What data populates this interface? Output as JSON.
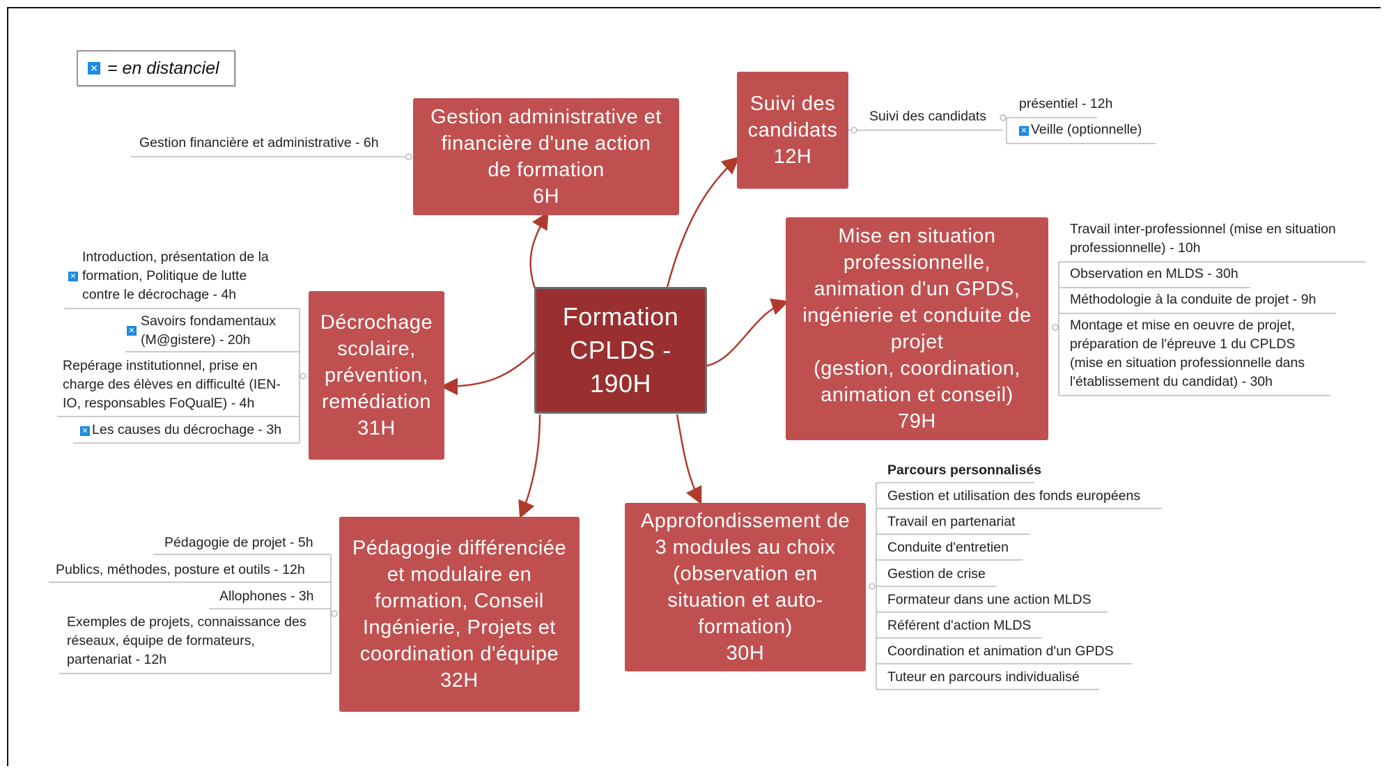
{
  "legend": {
    "icon": "distance-learning-icon",
    "text": "= en distanciel"
  },
  "central": {
    "label": "Formation\nCPLDS -\n190H"
  },
  "branches": {
    "gestion": {
      "label": "Gestion administrative et\nfinancière d'une action\nde formation\n6H",
      "items": [
        "Gestion financière et administrative - 6h"
      ]
    },
    "suivi": {
      "label": "Suivi des\ncandidats\n12H",
      "sub": "Suivi des candidats",
      "items": [
        "présentiel - 12h",
        "Veille (optionnelle)"
      ]
    },
    "mise": {
      "label": "Mise en situation\nprofessionnelle,\nanimation d'un GPDS,\ningénierie et conduite de\nprojet\n(gestion, coordination,\nanimation et conseil)\n79H",
      "items": [
        "Travail inter-professionnel (mise en situation\nprofessionnelle) - 10h",
        "Observation en MLDS - 30h",
        "Méthodologie à la conduite de projet - 9h",
        "Montage et mise en oeuvre de projet,\npréparation de l'épreuve 1 du CPLDS\n(mise en situation professionnelle dans\nl'établissement du candidat) - 30h"
      ]
    },
    "appro": {
      "label": "Approfondissement de\n3 modules au choix\n(observation en\nsituation et auto-\nformation)\n30H",
      "header": "Parcours personnalisés",
      "items": [
        "Gestion et utilisation des fonds européens",
        "Travail en partenariat",
        "Conduite d'entretien",
        "Gestion de crise",
        "Formateur dans une action MLDS",
        "Référent d'action MLDS",
        "Coordination et animation d'un GPDS",
        "Tuteur en parcours individualisé"
      ]
    },
    "peda": {
      "label": "Pédagogie différenciée\net modulaire en\nformation, Conseil\nIngénierie, Projets et\ncoordination d'équipe\n32H",
      "items": [
        "Pédagogie de projet - 5h",
        "Publics, méthodes, posture et outils - 12h",
        "Allophones - 3h",
        "Exemples de projets, connaissance des\nréseaux, équipe de formateurs,\npartenariat - 12h"
      ]
    },
    "decro": {
      "label": "Décrochage\nscolaire,\nprévention,\nremédiation\n31H",
      "items": [
        "Introduction, présentation de la\nformation, Politique de lutte\ncontre le décrochage - 4h",
        "Savoirs fondamentaux\n(M@gistere) - 20h",
        "Repérage institutionnel, prise en\ncharge des élèves en difficulté (IEN-\nIO, responsables FoQualE) - 4h",
        "Les causes du décrochage - 3h"
      ]
    }
  },
  "colors": {
    "node": "#c05050",
    "central": "#9a2f2f",
    "arrow": "#b03a2e",
    "icon": "#1c8be0"
  }
}
